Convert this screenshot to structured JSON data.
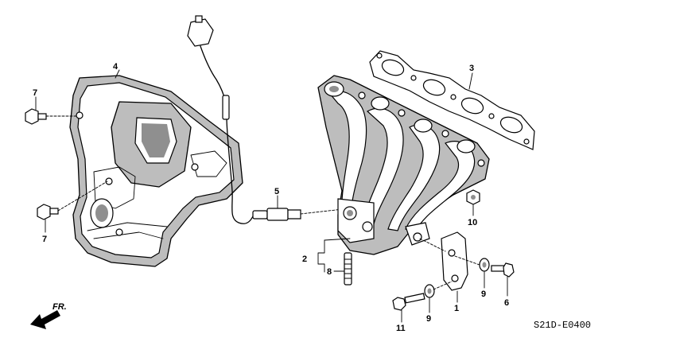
{
  "diagram": {
    "part_labels": [
      {
        "id": "heat-shield",
        "text": "4"
      },
      {
        "id": "bolt-upper-left",
        "text": "7"
      },
      {
        "id": "bolt-lower-left",
        "text": "7"
      },
      {
        "id": "oxygen-sensor",
        "text": "5"
      },
      {
        "id": "gasket",
        "text": "3"
      },
      {
        "id": "nut",
        "text": "10"
      },
      {
        "id": "manifold-assy",
        "text": "2"
      },
      {
        "id": "stud-bolt",
        "text": "8"
      },
      {
        "id": "bracket",
        "text": "1"
      },
      {
        "id": "washer-right",
        "text": "9"
      },
      {
        "id": "bolt-right",
        "text": "6"
      },
      {
        "id": "washer-bottom",
        "text": "9"
      },
      {
        "id": "bolt-bottom",
        "text": "11"
      }
    ],
    "direction_label": "FR.",
    "diagram_code": "S21D-E0400"
  }
}
